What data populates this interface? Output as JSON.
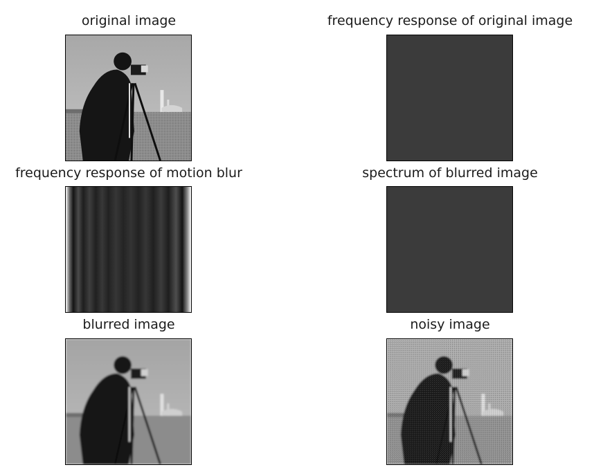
{
  "figure": {
    "panels": [
      {
        "id": "original",
        "title": "original image",
        "kind": "photo"
      },
      {
        "id": "freq_original",
        "title": "frequency response of original image",
        "kind": "flat",
        "fill": "#3b3b3b"
      },
      {
        "id": "freq_blur",
        "title": "frequency response of motion blur",
        "kind": "stripes"
      },
      {
        "id": "spec_blurred",
        "title": "spectrum of blurred image",
        "kind": "flat",
        "fill": "#3b3b3b"
      },
      {
        "id": "blurred",
        "title": "blurred image",
        "kind": "photo"
      },
      {
        "id": "noisy",
        "title": "noisy image",
        "kind": "photo"
      }
    ]
  }
}
